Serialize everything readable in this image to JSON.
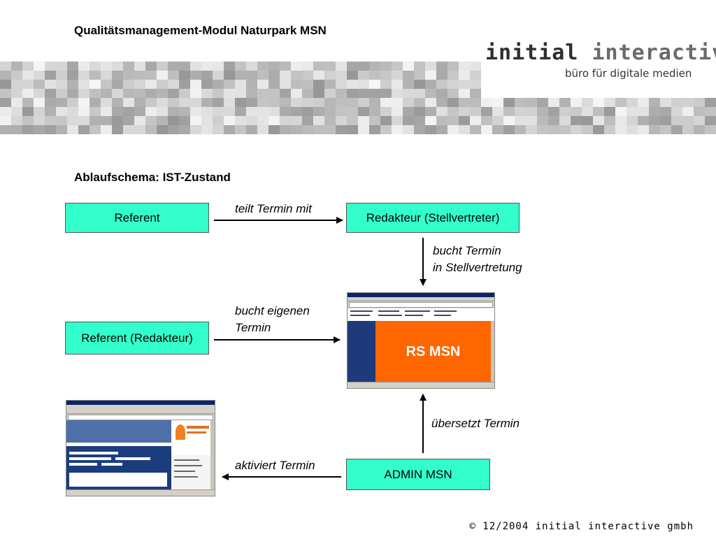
{
  "header": {
    "title": "Qualitätsmanagement-Modul Naturpark MSN",
    "logo_word1": "initial",
    "logo_word2": "interactive",
    "logo_tagline": "büro für digitale medien"
  },
  "section_title": "Ablaufschema: IST-Zustand",
  "nodes": {
    "referent": "Referent",
    "redakteur": "Redakteur (Stellvertreter)",
    "referent_redakteur": "Referent (Redakteur)",
    "rs_msn": "RS MSN",
    "admin_msn": "ADMIN MSN"
  },
  "edges": {
    "teilt": "teilt Termin mit",
    "bucht_stellv_1": "bucht Termin",
    "bucht_stellv_2": "in Stellvertretung",
    "bucht_eigenen_1": "bucht eigenen",
    "bucht_eigenen_2": "Termin",
    "uebersetzt": "übersetzt Termin",
    "aktiviert": "aktiviert Termin"
  },
  "footer": "© 12/2004 initial interactive gmbh",
  "colors": {
    "box_fill": "#33ffcc",
    "rs_orange": "#ff6600",
    "rs_sidebar": "#1f3a7a"
  }
}
